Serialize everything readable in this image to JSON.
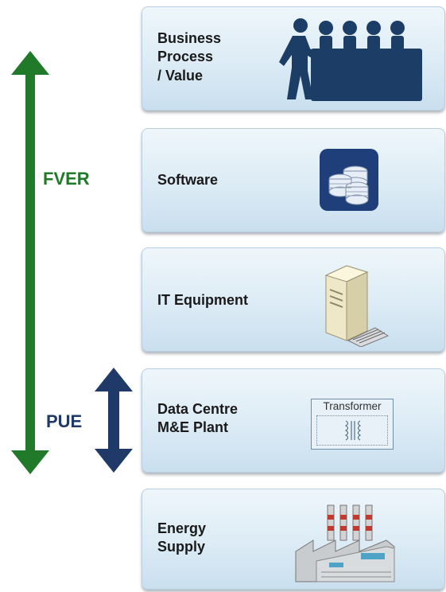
{
  "layers": [
    {
      "label": "Business\nProcess\n/ Value",
      "icon": "meeting-people-icon"
    },
    {
      "label": "Software",
      "icon": "database-disks-icon"
    },
    {
      "label": "IT Equipment",
      "icon": "server-tower-icon"
    },
    {
      "label": "Data Centre\nM&E Plant",
      "icon": "transformer-icon",
      "icon_text": "Transformer"
    },
    {
      "label": "Energy\nSupply",
      "icon": "power-station-icon"
    }
  ],
  "arrows": {
    "fver": {
      "label": "FVER",
      "color": "#217a2a"
    },
    "pue": {
      "label": "PUE",
      "color": "#1f3a68"
    }
  }
}
